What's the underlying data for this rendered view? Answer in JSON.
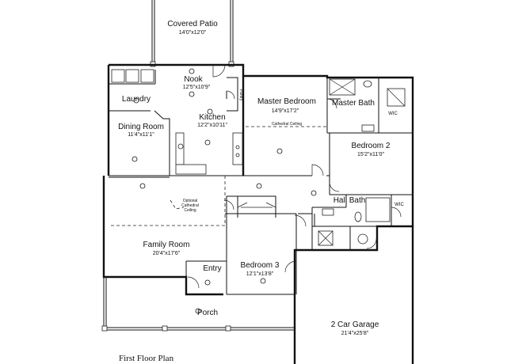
{
  "plan_title": "First Floor Plan",
  "rooms": {
    "covered_patio": {
      "name": "Covered Patio",
      "dims": "14'0\"x12'0\""
    },
    "nook": {
      "name": "Nook",
      "dims": "12'5\"x10'9\""
    },
    "laundry": {
      "name": "Laundry"
    },
    "master_bedroom": {
      "name": "Master Bedroom",
      "dims": "14'9\"x17'2\""
    },
    "master_bath": {
      "name": "Master Bath"
    },
    "kitchen": {
      "name": "Kitchen",
      "dims": "12'2\"x10'11\""
    },
    "dining_room": {
      "name": "Dining Room",
      "dims": "11'4\"x11'1\""
    },
    "bedroom_2": {
      "name": "Bedroom 2",
      "dims": "15'2\"x11'0\""
    },
    "hall_bath": {
      "name": "Hall Bath"
    },
    "family_room": {
      "name": "Family Room",
      "dims": "20'4\"x17'6\""
    },
    "bedroom_3": {
      "name": "Bedroom 3",
      "dims": "12'1\"x13'8\""
    },
    "entry": {
      "name": "Entry"
    },
    "porch": {
      "name": "Porch"
    },
    "garage": {
      "name": "2 Car Garage",
      "dims": "21'4\"x25'8\""
    }
  },
  "annotations": {
    "wic_master": "WIC",
    "wic_hall": "WIC",
    "pantry": "Pantry",
    "cathedral_ceiling": "Cathedral Ceiling",
    "optional_ceiling": [
      "Optional",
      "Cathedral",
      "Ceiling"
    ]
  }
}
